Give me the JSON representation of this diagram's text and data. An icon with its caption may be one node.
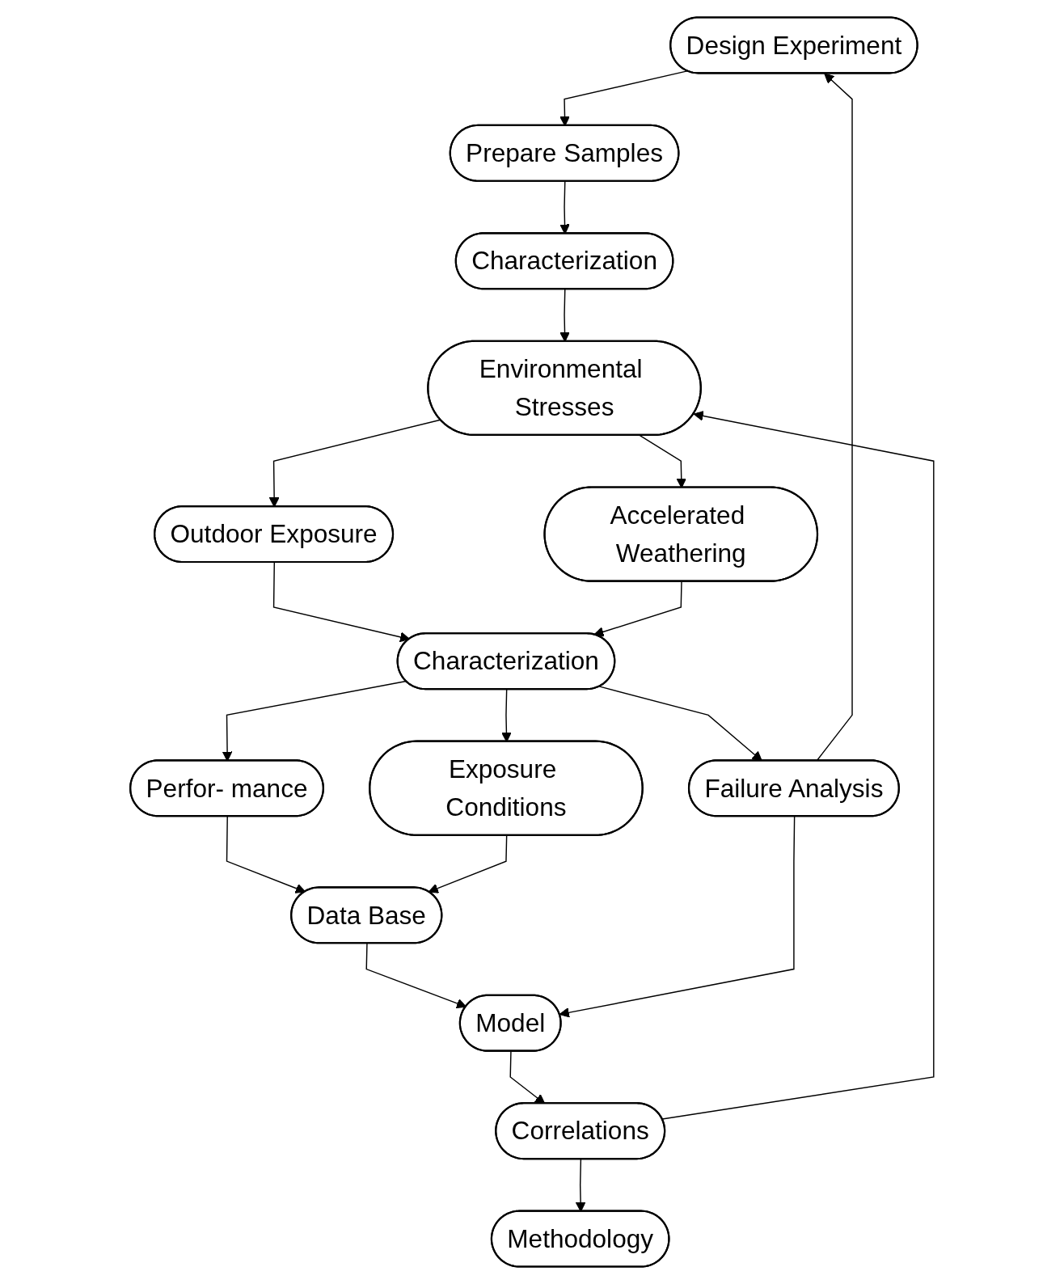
{
  "diagram": {
    "nodes": [
      {
        "text": [
          "Design Experiment"
        ]
      },
      {
        "text": [
          "Prepare Samples"
        ]
      },
      {
        "text": [
          "Characterization"
        ]
      },
      {
        "text": [
          "Environmental Stresses"
        ]
      },
      {
        "text": [
          "Outdoor Exposure"
        ]
      },
      {
        "text": [
          "Accelerated Weathering"
        ]
      },
      {
        "text": [
          "Characterization"
        ]
      },
      {
        "text": [
          "Perfor- mance"
        ]
      },
      {
        "text": [
          "Exposure Conditions"
        ]
      },
      {
        "text": [
          "Failure Analysis"
        ]
      },
      {
        "text": [
          "Data Base"
        ]
      },
      {
        "text": [
          "Model"
        ]
      },
      {
        "text": [
          "Correlations"
        ]
      },
      {
        "text": [
          "Methodology"
        ]
      }
    ],
    "edges": [
      {
        "from": 0,
        "to": 1,
        "arrow": "to"
      },
      {
        "from": 1,
        "to": 2,
        "arrow": "to"
      },
      {
        "from": 2,
        "to": 3,
        "arrow": "to"
      },
      {
        "from": 3,
        "to": 4,
        "arrow": "to"
      },
      {
        "from": 3,
        "to": 5,
        "arrow": "to"
      },
      {
        "from": 4,
        "to": 6,
        "arrow": "to"
      },
      {
        "from": 5,
        "to": 6,
        "arrow": "to"
      },
      {
        "from": 6,
        "to": 7,
        "arrow": "to"
      },
      {
        "from": 6,
        "to": 8,
        "arrow": "to"
      },
      {
        "from": 6,
        "to": 9,
        "arrow": "to"
      },
      {
        "from": 7,
        "to": 10,
        "arrow": "to"
      },
      {
        "from": 8,
        "to": 10,
        "arrow": "to"
      },
      {
        "from": 10,
        "to": 11,
        "arrow": "to"
      },
      {
        "from": 9,
        "to": 11,
        "arrow": "to"
      },
      {
        "from": 11,
        "to": 12,
        "arrow": "to"
      },
      {
        "from": 12,
        "to": 13,
        "arrow": "to"
      },
      {
        "from": 9,
        "to": 0,
        "arrow": "to"
      },
      {
        "from": 12,
        "to": 3,
        "arrow": "to"
      }
    ]
  }
}
